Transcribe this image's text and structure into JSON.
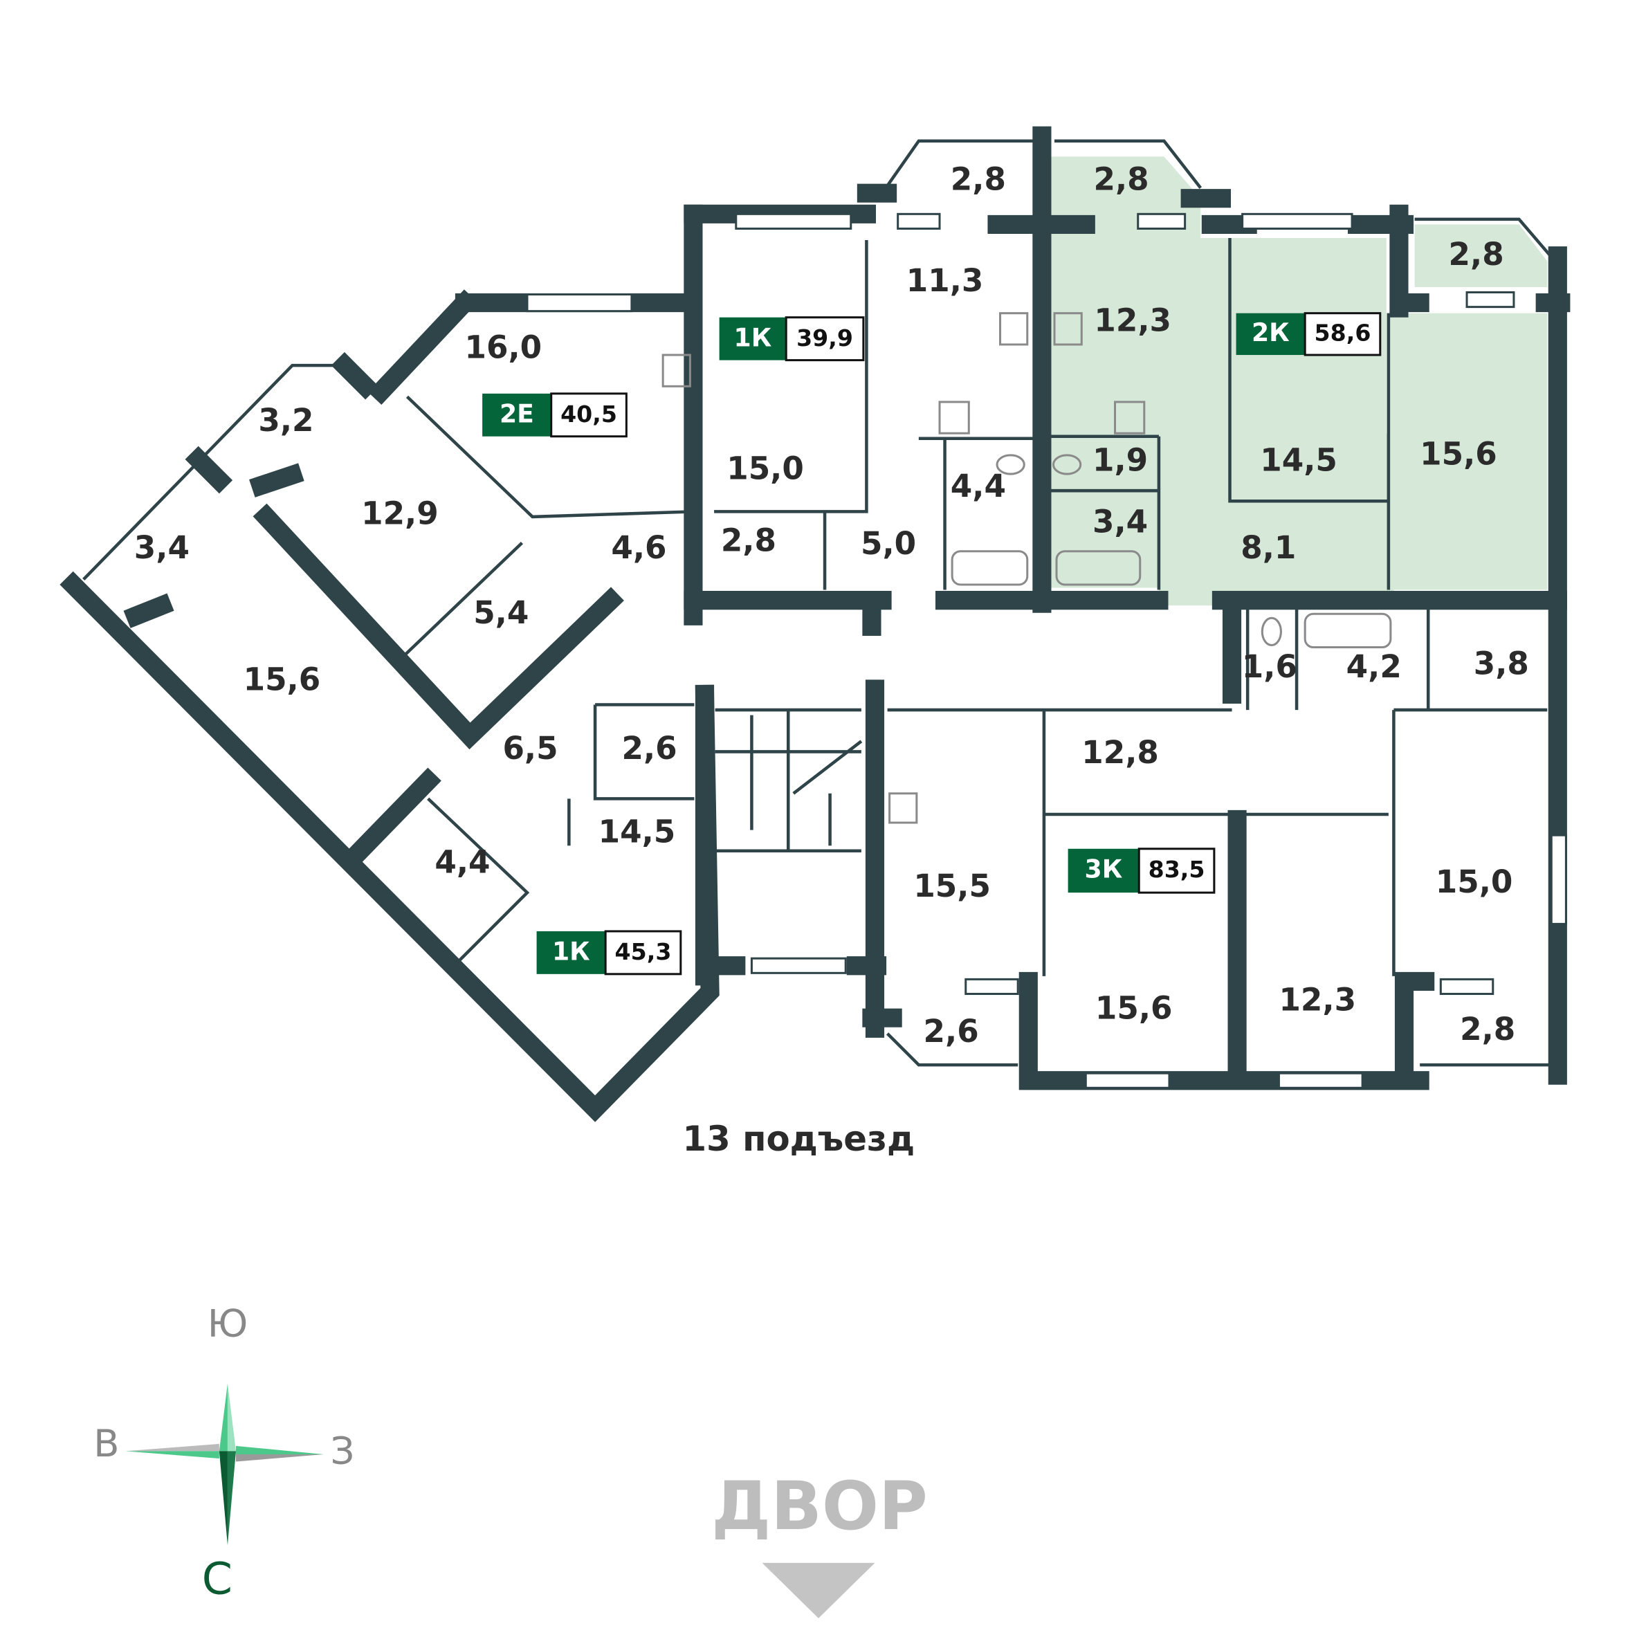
{
  "colors": {
    "wall": "#2f4449",
    "badge": "#04643a",
    "highlight": "#d6e8d8",
    "yard": "#bdbdbd",
    "compass_green": "#4cc98a",
    "compass_dark": "#0b5a32"
  },
  "entrance_label": "13 подъезд",
  "yard_label": "ДВОР",
  "compass": {
    "north": "С",
    "south": "Ю",
    "east": "В",
    "west": "З"
  },
  "apartments": [
    {
      "type": "2Е",
      "area": "40,5",
      "rooms": [
        "16,0",
        "3,2",
        "12,9",
        "4,6",
        "5,4",
        "3,4",
        "15,6"
      ]
    },
    {
      "type": "1К",
      "area": "39,9",
      "rooms": [
        "15,0",
        "11,3",
        "2,8",
        "2,8",
        "5,0",
        "4,4"
      ]
    },
    {
      "type": "2К",
      "area": "58,6",
      "highlighted": true,
      "rooms": [
        "2,8",
        "12,3",
        "1,9",
        "3,4",
        "8,1",
        "14,5",
        "15,6",
        "2,8"
      ]
    },
    {
      "type": "3К",
      "area": "83,5",
      "rooms": [
        "1,6",
        "4,2",
        "3,8",
        "12,8",
        "15,5",
        "15,6",
        "12,3",
        "15,0",
        "2,6",
        "2,8"
      ]
    },
    {
      "type": "1К",
      "area": "45,3",
      "rooms": [
        "6,5",
        "2,6",
        "14,5",
        "4,4"
      ]
    }
  ]
}
